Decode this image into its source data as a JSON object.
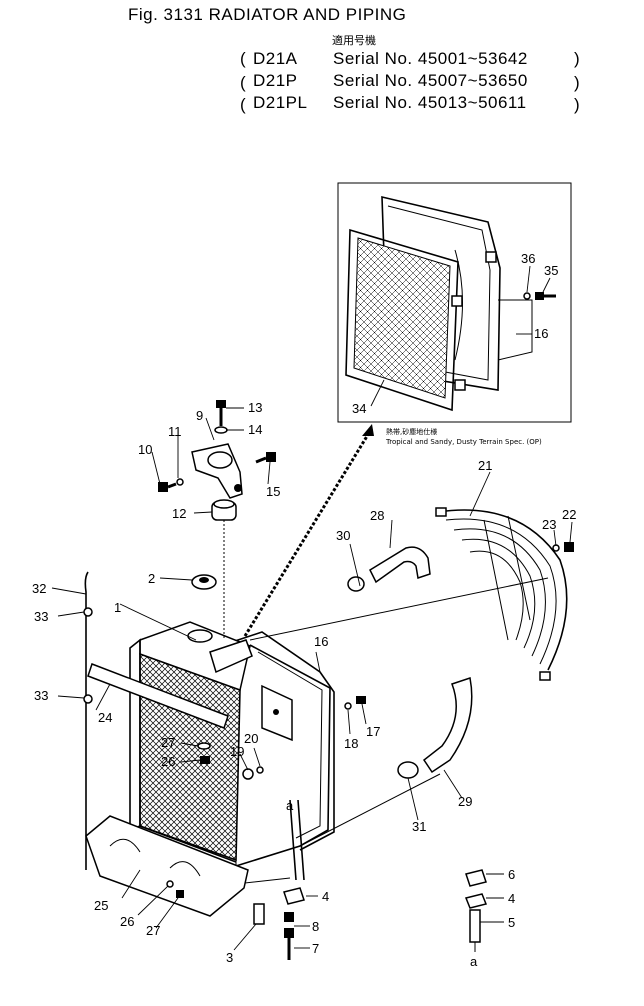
{
  "header": {
    "title": "Fig. 3131 RADIATOR AND PIPING",
    "applicable_models": "適用号機",
    "serials": [
      {
        "model": "D21A",
        "serial": "Serial No. 45001~53642"
      },
      {
        "model": "D21P",
        "serial": "Serial No. 45007~53650"
      },
      {
        "model": "D21PL",
        "serial": "Serial No. 45013~50611"
      }
    ]
  },
  "inset_note": {
    "jp": "熱帯,砂塵地仕様",
    "en": "Tropical and Sandy, Dusty Terrain Spec. (OP)"
  },
  "callouts": {
    "c1": "1",
    "c2": "2",
    "c3": "3",
    "c4a": "4",
    "c4b": "4",
    "c5": "5",
    "c6": "6",
    "c7": "7",
    "c8": "8",
    "c9": "9",
    "c10": "10",
    "c11": "11",
    "c12": "12",
    "c13": "13",
    "c14": "14",
    "c15": "15",
    "c16a": "16",
    "c16b": "16",
    "c17": "17",
    "c18": "18",
    "c19": "19",
    "c20": "20",
    "c21": "21",
    "c22": "22",
    "c23": "23",
    "c24": "24",
    "c25": "25",
    "c26a": "26",
    "c26b": "26",
    "c27a": "27",
    "c27b": "27",
    "c28": "28",
    "c29": "29",
    "c30": "30",
    "c31": "31",
    "c32": "32",
    "c33a": "33",
    "c33b": "33",
    "c34": "34",
    "c35": "35",
    "c36": "36",
    "ref_a1": "a",
    "ref_a2": "a"
  }
}
